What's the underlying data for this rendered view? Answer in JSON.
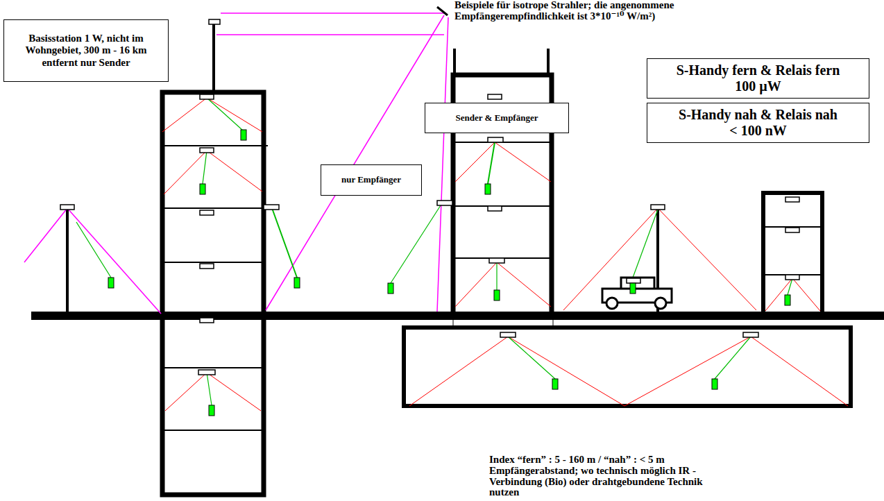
{
  "diagram": {
    "nodes": [
      {
        "text": [
          "Basisstation 1 W, nicht im Wohngebiet, 300 m - 16 km entfernt nur Sender"
        ]
      },
      {
        "text": [
          "nur Empfänger"
        ]
      },
      {
        "text": [
          "Sender & Empfänger"
        ]
      },
      {
        "text": [
          "S-Handy fern & Relais fern",
          "100 µW"
        ]
      },
      {
        "text": [
          "S-Handy nah & Relais nah",
          "< 100 nW"
        ]
      }
    ],
    "labels": [
      "Beispiele für isotrope Strahler; die angenommene Empfängerempfindlichkeit ist 3*10⁻¹⁰ W/m²)",
      "Index “fern” : 5 - 160 m / “nah” : < 5 m Empfängerabstand; wo technisch möglich IR - Verbindung (Bio) oder drahtgebundene Technik nutzen"
    ]
  }
}
